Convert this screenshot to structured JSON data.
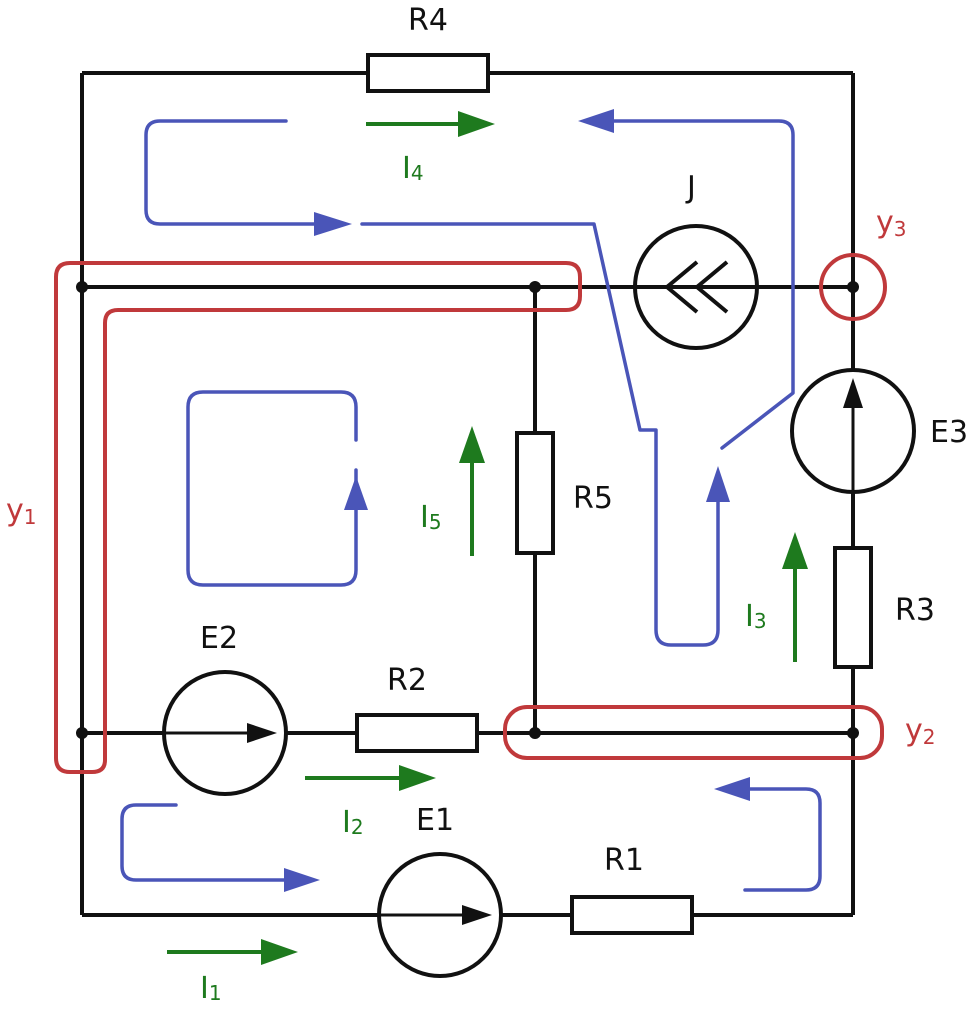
{
  "colors": {
    "wire": "#111111",
    "current": "#1e7a1e",
    "loop": "#4a55b8",
    "node": "#c0393b"
  },
  "components": {
    "R1": "R1",
    "R2": "R2",
    "R3": "R3",
    "R4": "R4",
    "R5": "R5",
    "E1": "E1",
    "E2": "E2",
    "E3": "E3",
    "J": "J"
  },
  "currents": {
    "I1": {
      "main": "I",
      "sub": "1"
    },
    "I2": {
      "main": "I",
      "sub": "2"
    },
    "I3": {
      "main": "I",
      "sub": "3"
    },
    "I4": {
      "main": "I",
      "sub": "4"
    },
    "I5": {
      "main": "I",
      "sub": "5"
    }
  },
  "nodes": {
    "y1": {
      "main": "y",
      "sub": "1"
    },
    "y2": {
      "main": "y",
      "sub": "2"
    },
    "y3": {
      "main": "y",
      "sub": "3"
    }
  }
}
